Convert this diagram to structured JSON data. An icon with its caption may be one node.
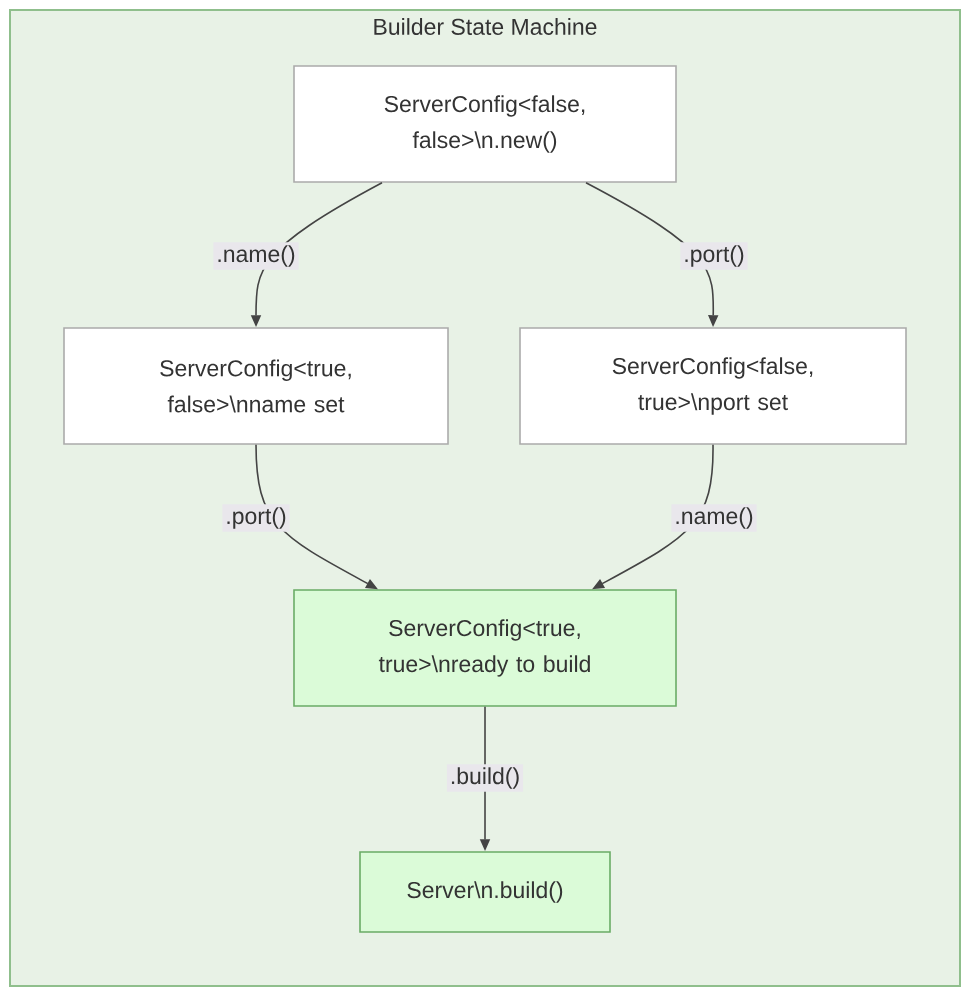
{
  "diagram": {
    "nodes": [
      {
        "text": [
          "Builder State Machine"
        ]
      },
      {
        "text": [
          "ServerConfig<false, false>\\n.new()"
        ],
        "in": 0
      },
      {
        "text": [
          "ServerConfig<true, false>\\nname set"
        ],
        "in": 0
      },
      {
        "text": [
          "ServerConfig<false, true>\\nport set"
        ],
        "in": 0
      },
      {
        "text": [
          "ServerConfig<true, true>\\nready to build"
        ],
        "in": 0
      },
      {
        "text": [
          "Server\\n.build()"
        ],
        "in": 0
      }
    ],
    "edges": [
      {
        "from": 1,
        "to": 2,
        "arrow": "to",
        "label": ".name()"
      },
      {
        "from": 1,
        "to": 3,
        "arrow": "to",
        "label": ".port()"
      },
      {
        "from": 2,
        "to": 4,
        "arrow": "to",
        "label": ".port()"
      },
      {
        "from": 3,
        "to": 4,
        "arrow": "to",
        "label": ".name()"
      },
      {
        "from": 4,
        "to": 5,
        "arrow": "to",
        "label": ".build()"
      }
    ]
  }
}
